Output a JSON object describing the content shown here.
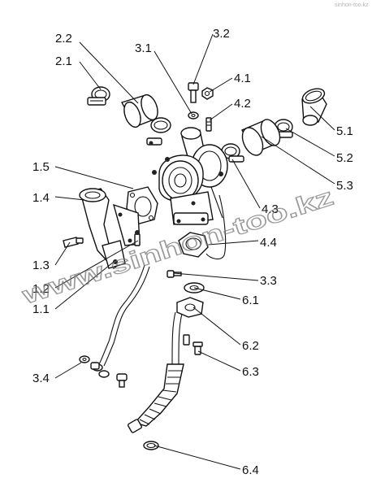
{
  "watermark": {
    "main": "www.sinhon-too.kz",
    "corner": "sinhon-too.kz"
  },
  "callouts": [
    {
      "id": "2.2",
      "text": "2.2"
    },
    {
      "id": "2.1",
      "text": "2.1"
    },
    {
      "id": "3.1",
      "text": "3.1"
    },
    {
      "id": "3.2",
      "text": "3.2"
    },
    {
      "id": "4.1",
      "text": "4.1"
    },
    {
      "id": "4.2",
      "text": "4.2"
    },
    {
      "id": "5.1",
      "text": "5.1"
    },
    {
      "id": "5.2",
      "text": "5.2"
    },
    {
      "id": "5.3",
      "text": "5.3"
    },
    {
      "id": "1.5",
      "text": "1.5"
    },
    {
      "id": "1.4",
      "text": "1.4"
    },
    {
      "id": "4.3",
      "text": "4.3"
    },
    {
      "id": "4.4",
      "text": "4.4"
    },
    {
      "id": "1.3",
      "text": "1.3"
    },
    {
      "id": "3.3",
      "text": "3.3"
    },
    {
      "id": "1.2",
      "text": "1.2"
    },
    {
      "id": "1.1",
      "text": "1.1"
    },
    {
      "id": "6.1",
      "text": "6.1"
    },
    {
      "id": "6.2",
      "text": "6.2"
    },
    {
      "id": "6.3",
      "text": "6.3"
    },
    {
      "id": "3.4",
      "text": "3.4"
    },
    {
      "id": "6.4",
      "text": "6.4"
    }
  ]
}
